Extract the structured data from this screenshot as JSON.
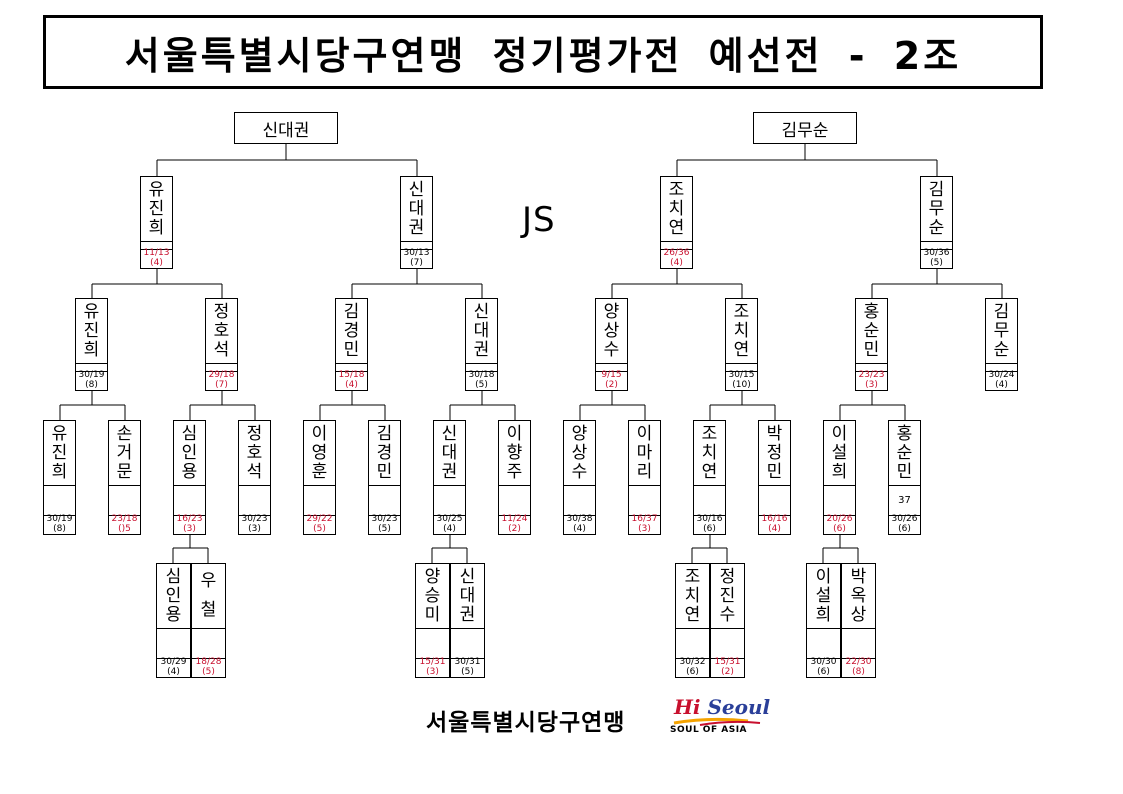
{
  "title": "서울특별시당구연맹 정기평가전 예선전 - 2조",
  "group_label": "JS",
  "footer": {
    "org": "서울특별시당구연맹",
    "logo_main": "Hi Seoul",
    "logo_sub": "SOUL OF ASIA",
    "colors": {
      "hi": "#c8102e",
      "seoul": "#2a3f99",
      "swoosh": "#f5a300"
    }
  },
  "score_red_color": "#c8102e",
  "winners": [
    {
      "name": "신대권"
    },
    {
      "name": "김무순"
    }
  ],
  "players": [
    {
      "id": "r1-yjh",
      "name": "유진희",
      "score": "11/13",
      "rank": "(4)",
      "red": true
    },
    {
      "id": "r1-sdk",
      "name": "신대권",
      "score": "30/13",
      "rank": "(7)",
      "red": false
    },
    {
      "id": "r1-jcy",
      "name": "조치연",
      "score": "26/36",
      "rank": "(4)",
      "red": true
    },
    {
      "id": "r1-kms",
      "name": "김무순",
      "score": "30/36",
      "rank": "(5)",
      "red": false
    },
    {
      "id": "r2-yjh",
      "name": "유진희",
      "score": "30/19",
      "rank": "(8)",
      "red": false
    },
    {
      "id": "r2-jhs",
      "name": "정호석",
      "score": "29/18",
      "rank": "(7)",
      "red": true
    },
    {
      "id": "r2-kkm",
      "name": "김경민",
      "score": "15/18",
      "rank": "(4)",
      "red": true
    },
    {
      "id": "r2-sdk",
      "name": "신대권",
      "score": "30/18",
      "rank": "(5)",
      "red": false
    },
    {
      "id": "r2-yss",
      "name": "양상수",
      "score": "9/15",
      "rank": "(2)",
      "red": true
    },
    {
      "id": "r2-jcy",
      "name": "조치연",
      "score": "30/15",
      "rank": "(10)",
      "red": false
    },
    {
      "id": "r2-hsm",
      "name": "홍순민",
      "score": "23/23",
      "rank": "(3)",
      "red": true
    },
    {
      "id": "r2-kms",
      "name": "김무순",
      "score": "30/24",
      "rank": "(4)",
      "red": false
    },
    {
      "id": "r3-yjh",
      "name": "유진희",
      "score": "30/19",
      "rank": "(8)",
      "red": false
    },
    {
      "id": "r3-sgm",
      "name": "손거문",
      "score": "23/18",
      "rank": "()5",
      "red": true
    },
    {
      "id": "r3-siy",
      "name": "심인용",
      "score": "16/23",
      "rank": "(3)",
      "red": true
    },
    {
      "id": "r3-jhs",
      "name": "정호석",
      "score": "30/23",
      "rank": "(3)",
      "red": false
    },
    {
      "id": "r3-lyh",
      "name": "이영훈",
      "score": "29/22",
      "rank": "(5)",
      "red": true
    },
    {
      "id": "r3-kkm",
      "name": "김경민",
      "score": "30/23",
      "rank": "(5)",
      "red": false
    },
    {
      "id": "r3-sdk",
      "name": "신대권",
      "score": "30/25",
      "rank": "(4)",
      "red": false
    },
    {
      "id": "r3-lhj",
      "name": "이향주",
      "score": "11/24",
      "rank": "(2)",
      "red": true
    },
    {
      "id": "r3-yss",
      "name": "양상수",
      "score": "30/38",
      "rank": "(4)",
      "red": false
    },
    {
      "id": "r3-lmr",
      "name": "이마리",
      "score": "16/37",
      "rank": "(3)",
      "red": true
    },
    {
      "id": "r3-jcy",
      "name": "조치연",
      "score": "30/16",
      "rank": "(6)",
      "red": false
    },
    {
      "id": "r3-pjm",
      "name": "박정민",
      "score": "16/16",
      "rank": "(4)",
      "red": true
    },
    {
      "id": "r3-lsh",
      "name": "이설희",
      "score": "20/26",
      "rank": "(6)",
      "red": true
    },
    {
      "id": "r3-hsm",
      "name": "홍순민",
      "score": "30/26",
      "rank": "(6)",
      "red": false,
      "extra": "37"
    },
    {
      "id": "r4-siy",
      "name": "심인용",
      "score": "30/29",
      "rank": "(4)",
      "red": false
    },
    {
      "id": "r4-uc",
      "name": "우 철",
      "score": "18/28",
      "rank": "(5)",
      "red": true
    },
    {
      "id": "r4-ysm",
      "name": "양승미",
      "score": "15/31",
      "rank": "(3)",
      "red": true
    },
    {
      "id": "r4-sdk",
      "name": "신대권",
      "score": "30/31",
      "rank": "(5)",
      "red": false
    },
    {
      "id": "r4-jcy",
      "name": "조치연",
      "score": "30/32",
      "rank": "(6)",
      "red": false
    },
    {
      "id": "r4-jjs",
      "name": "정진수",
      "score": "15/31",
      "rank": "(2)",
      "red": true
    },
    {
      "id": "r4-lsh",
      "name": "이설희",
      "score": "30/30",
      "rank": "(6)",
      "red": false
    },
    {
      "id": "r4-pos",
      "name": "박옥상",
      "score": "22/30",
      "rank": "(8)",
      "red": true
    }
  ]
}
